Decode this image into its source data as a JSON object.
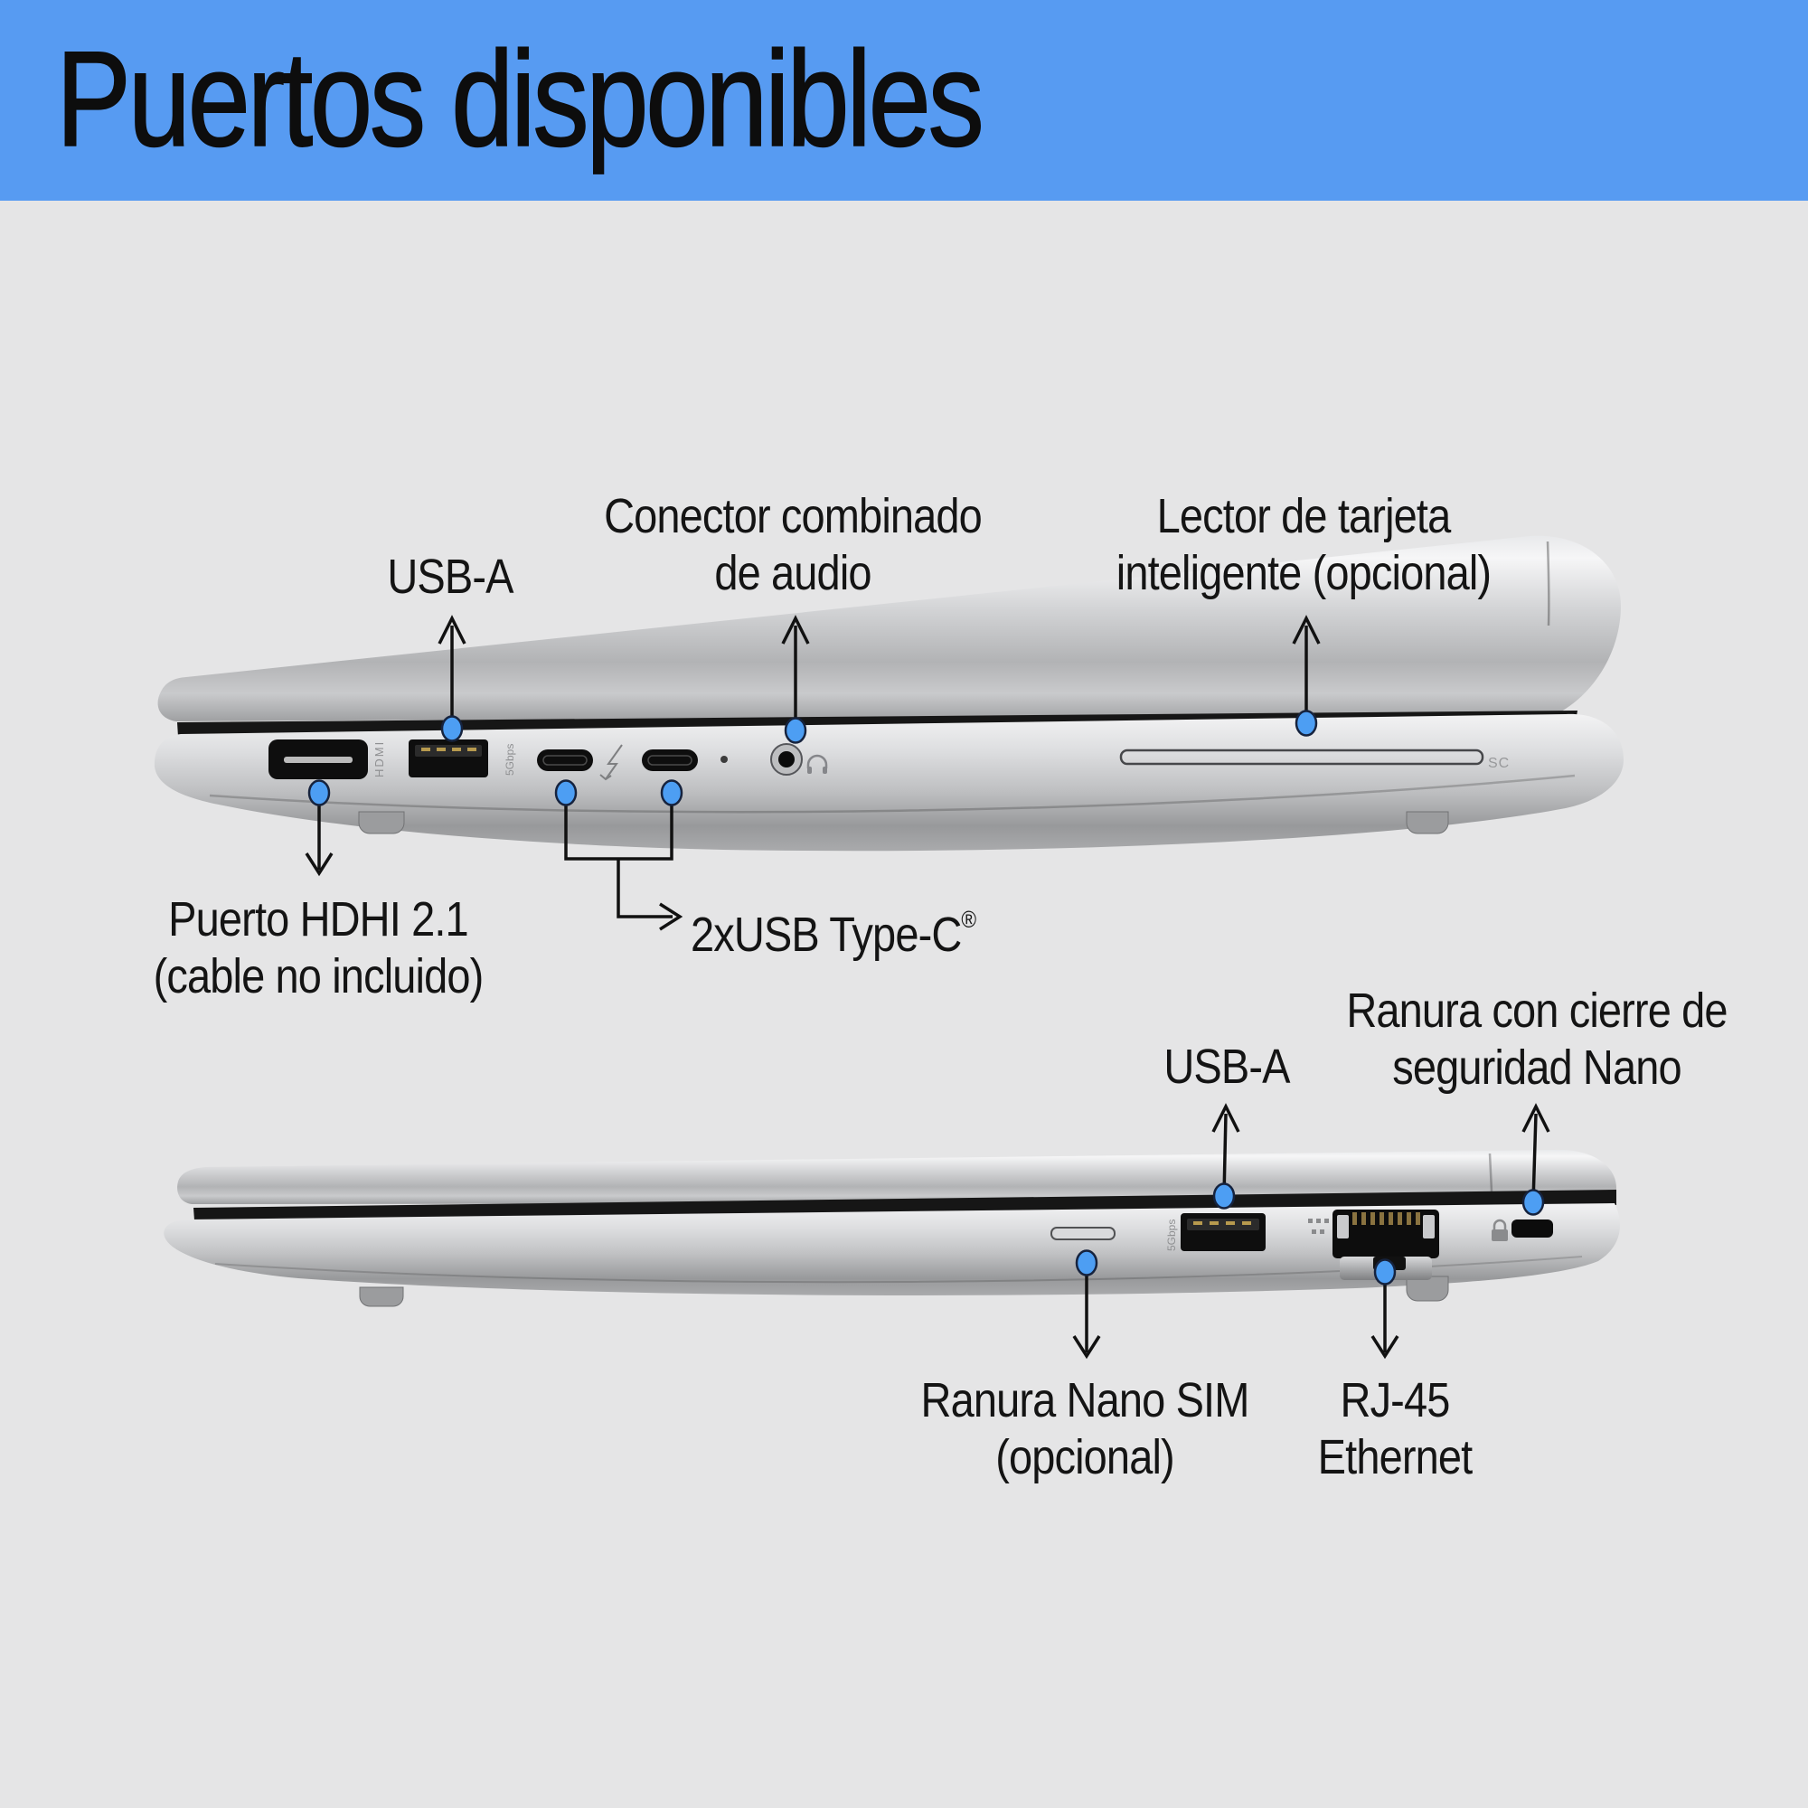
{
  "header": {
    "title": "Puertos disponibles"
  },
  "laptop1": {
    "description": "left side view of silver laptop",
    "markings": {
      "hdmi": "HDMI",
      "usb_speed": "5Gbps",
      "smartcard": "SC"
    },
    "callouts": {
      "usb_a": {
        "label": "USB-A"
      },
      "audio": {
        "line1": "Conector combinado",
        "line2": "de audio"
      },
      "smartcard": {
        "line1": "Lector de tarjeta",
        "line2": "inteligente (opcional)"
      },
      "hdmi": {
        "line1": "Puerto HDHI 2.1",
        "line2": "(cable no incluido)"
      },
      "usbc": {
        "label": "2xUSB Type-C",
        "sup": "®"
      }
    }
  },
  "laptop2": {
    "description": "right side view of silver laptop",
    "markings": {
      "usb_speed": "5Gbps"
    },
    "callouts": {
      "usb_a": {
        "label": "USB-A"
      },
      "nano_lock": {
        "line1": "Ranura con cierre de",
        "line2": "seguridad Nano"
      },
      "sim": {
        "line1": "Ranura Nano SIM",
        "line2": "(opcional)"
      },
      "rj45": {
        "line1": "RJ-45",
        "line2": "Ethernet"
      }
    }
  },
  "colors": {
    "header_bg": "#579BF2",
    "canvas_bg": "#E5E5E6",
    "callout_dot_fill": "#4D9EF3",
    "callout_dot_ring": "#16233E",
    "text": "#141414"
  }
}
